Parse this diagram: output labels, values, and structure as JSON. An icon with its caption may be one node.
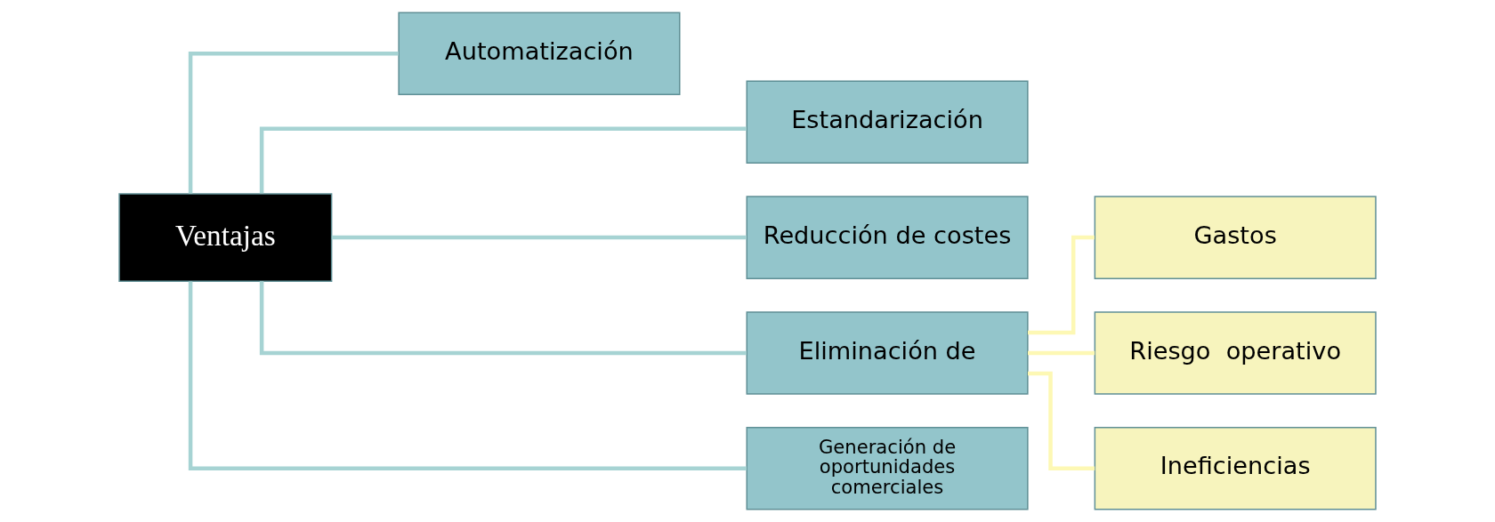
{
  "diagram": {
    "nodes": [
      {
        "text": [
          "Ventajas"
        ]
      },
      {
        "text": [
          "Automatización"
        ]
      },
      {
        "text": [
          "Estandarización"
        ]
      },
      {
        "text": [
          "Reducción de costes"
        ]
      },
      {
        "text": [
          "Eliminación de"
        ]
      },
      {
        "text": [
          "Generación de oportunidades comerciales"
        ]
      },
      {
        "text": [
          "Gastos"
        ]
      },
      {
        "text": [
          "Riesgo  operativo"
        ]
      },
      {
        "text": [
          "Ineficiencias"
        ]
      }
    ],
    "edges": [
      {
        "from": 0,
        "to": 1,
        "arrow": "none"
      },
      {
        "from": 0,
        "to": 2,
        "arrow": "none"
      },
      {
        "from": 0,
        "to": 3,
        "arrow": "none"
      },
      {
        "from": 0,
        "to": 4,
        "arrow": "none"
      },
      {
        "from": 0,
        "to": 5,
        "arrow": "none"
      },
      {
        "from": 4,
        "to": 6,
        "arrow": "none",
        "color": "#fdf8b4"
      },
      {
        "from": 4,
        "to": 7,
        "arrow": "none",
        "color": "#fdf8b4"
      },
      {
        "from": 4,
        "to": 8,
        "arrow": "none",
        "color": "#fdf8b4"
      }
    ]
  }
}
